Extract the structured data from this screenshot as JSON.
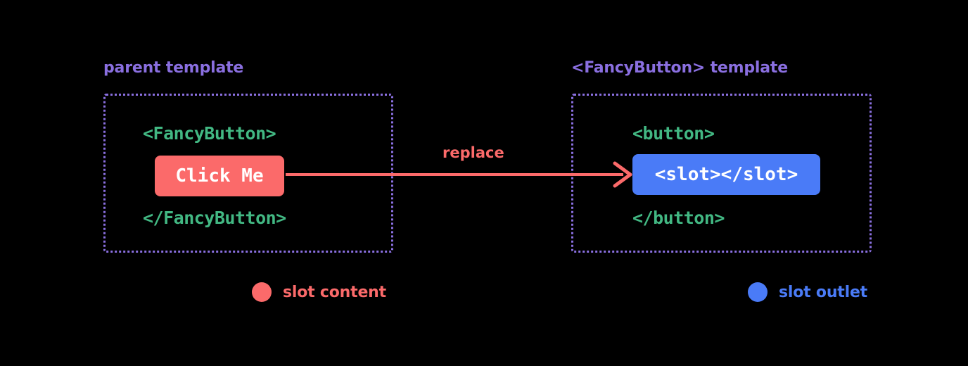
{
  "diagram": {
    "title_parent": "parent template",
    "title_fancy": "<FancyButton> template",
    "arrow_label": "replace"
  },
  "parent_panel": {
    "open_tag": "<FancyButton>",
    "chip_text": "Click Me",
    "close_tag": "</FancyButton>"
  },
  "fancy_panel": {
    "open_tag": "<button>",
    "chip_text": "<slot></slot>",
    "close_tag": "</button>"
  },
  "legend": [
    {
      "label": "slot content",
      "color": "#fb6a6a"
    },
    {
      "label": "slot outlet",
      "color": "#4a7bf7"
    }
  ],
  "colors": {
    "background": "#000000",
    "heading_purple": "#8a6fe0",
    "dashed_border": "#8a6fe0",
    "code_green": "#42b883",
    "slot_content_red": "#fb6a6a",
    "slot_outlet_blue": "#4a7bf7",
    "chip_text": "#ffffff"
  }
}
